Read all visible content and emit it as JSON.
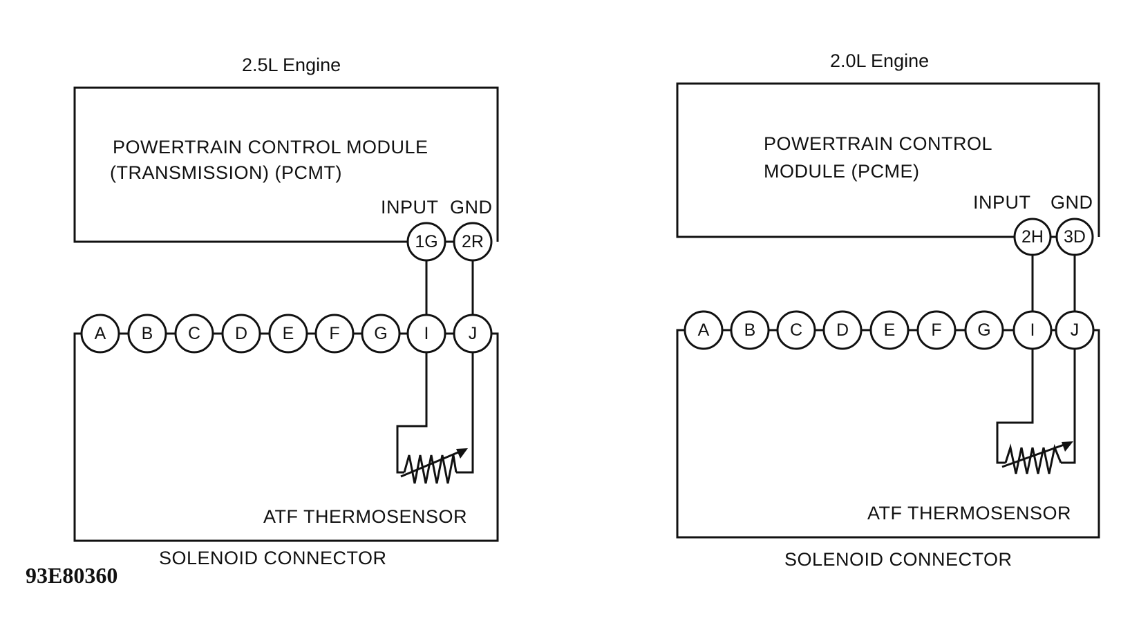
{
  "left": {
    "engine_label": "2.5L Engine",
    "module_line1": "POWERTRAIN CONTROL MODULE",
    "module_line2": "(TRANSMISSION) (PCMT)",
    "input_label": "INPUT",
    "gnd_label": "GND",
    "input_pin": "1G",
    "gnd_pin": "2R",
    "connector_pins": [
      "A",
      "B",
      "C",
      "D",
      "E",
      "F",
      "G",
      "I",
      "J"
    ],
    "sensor_label": "ATF THERMOSENSOR",
    "connector_label": "SOLENOID CONNECTOR"
  },
  "right": {
    "engine_label": "2.0L Engine",
    "module_line1": "POWERTRAIN CONTROL",
    "module_line2": "MODULE (PCME)",
    "input_label": "INPUT",
    "gnd_label": "GND",
    "input_pin": "2H",
    "gnd_pin": "3D",
    "connector_pins": [
      "A",
      "B",
      "C",
      "D",
      "E",
      "F",
      "G",
      "I",
      "J"
    ],
    "sensor_label": "ATF THERMOSENSOR",
    "connector_label": "SOLENOID CONNECTOR"
  },
  "figure_id": "93E80360"
}
